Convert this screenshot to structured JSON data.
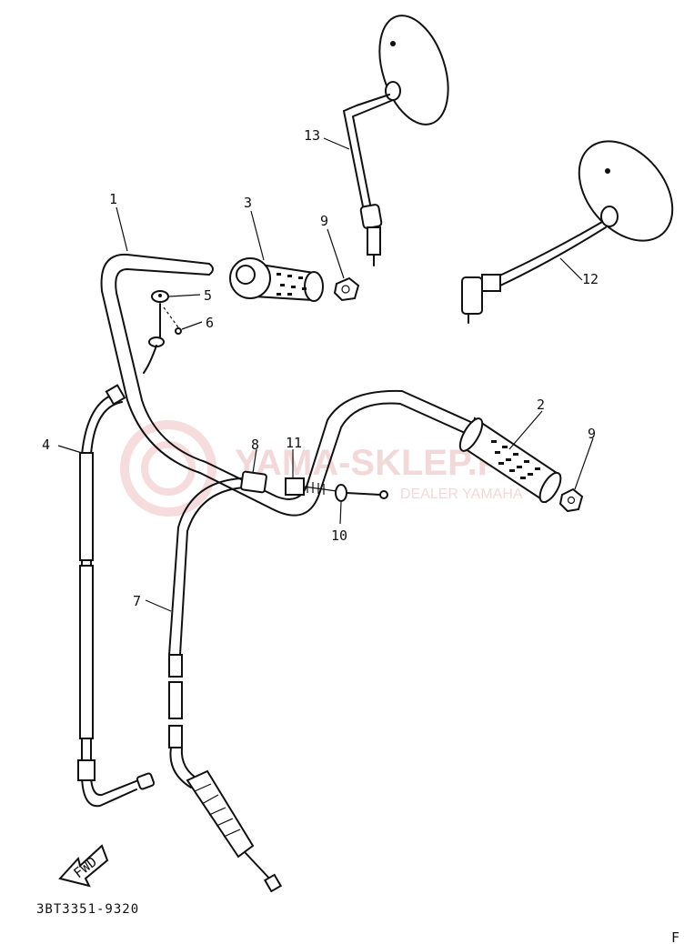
{
  "diagram": {
    "code": "3BT3351-9320",
    "fwd_label": "FWD",
    "watermark": {
      "main": "YAMA-SKLEP.PL",
      "sub": "DEALER YAMAHA"
    },
    "callouts": [
      "1",
      "2",
      "3",
      "4",
      "5",
      "6",
      "7",
      "8",
      "9",
      "9",
      "10",
      "11",
      "12",
      "13"
    ],
    "corner_mark": "F"
  }
}
